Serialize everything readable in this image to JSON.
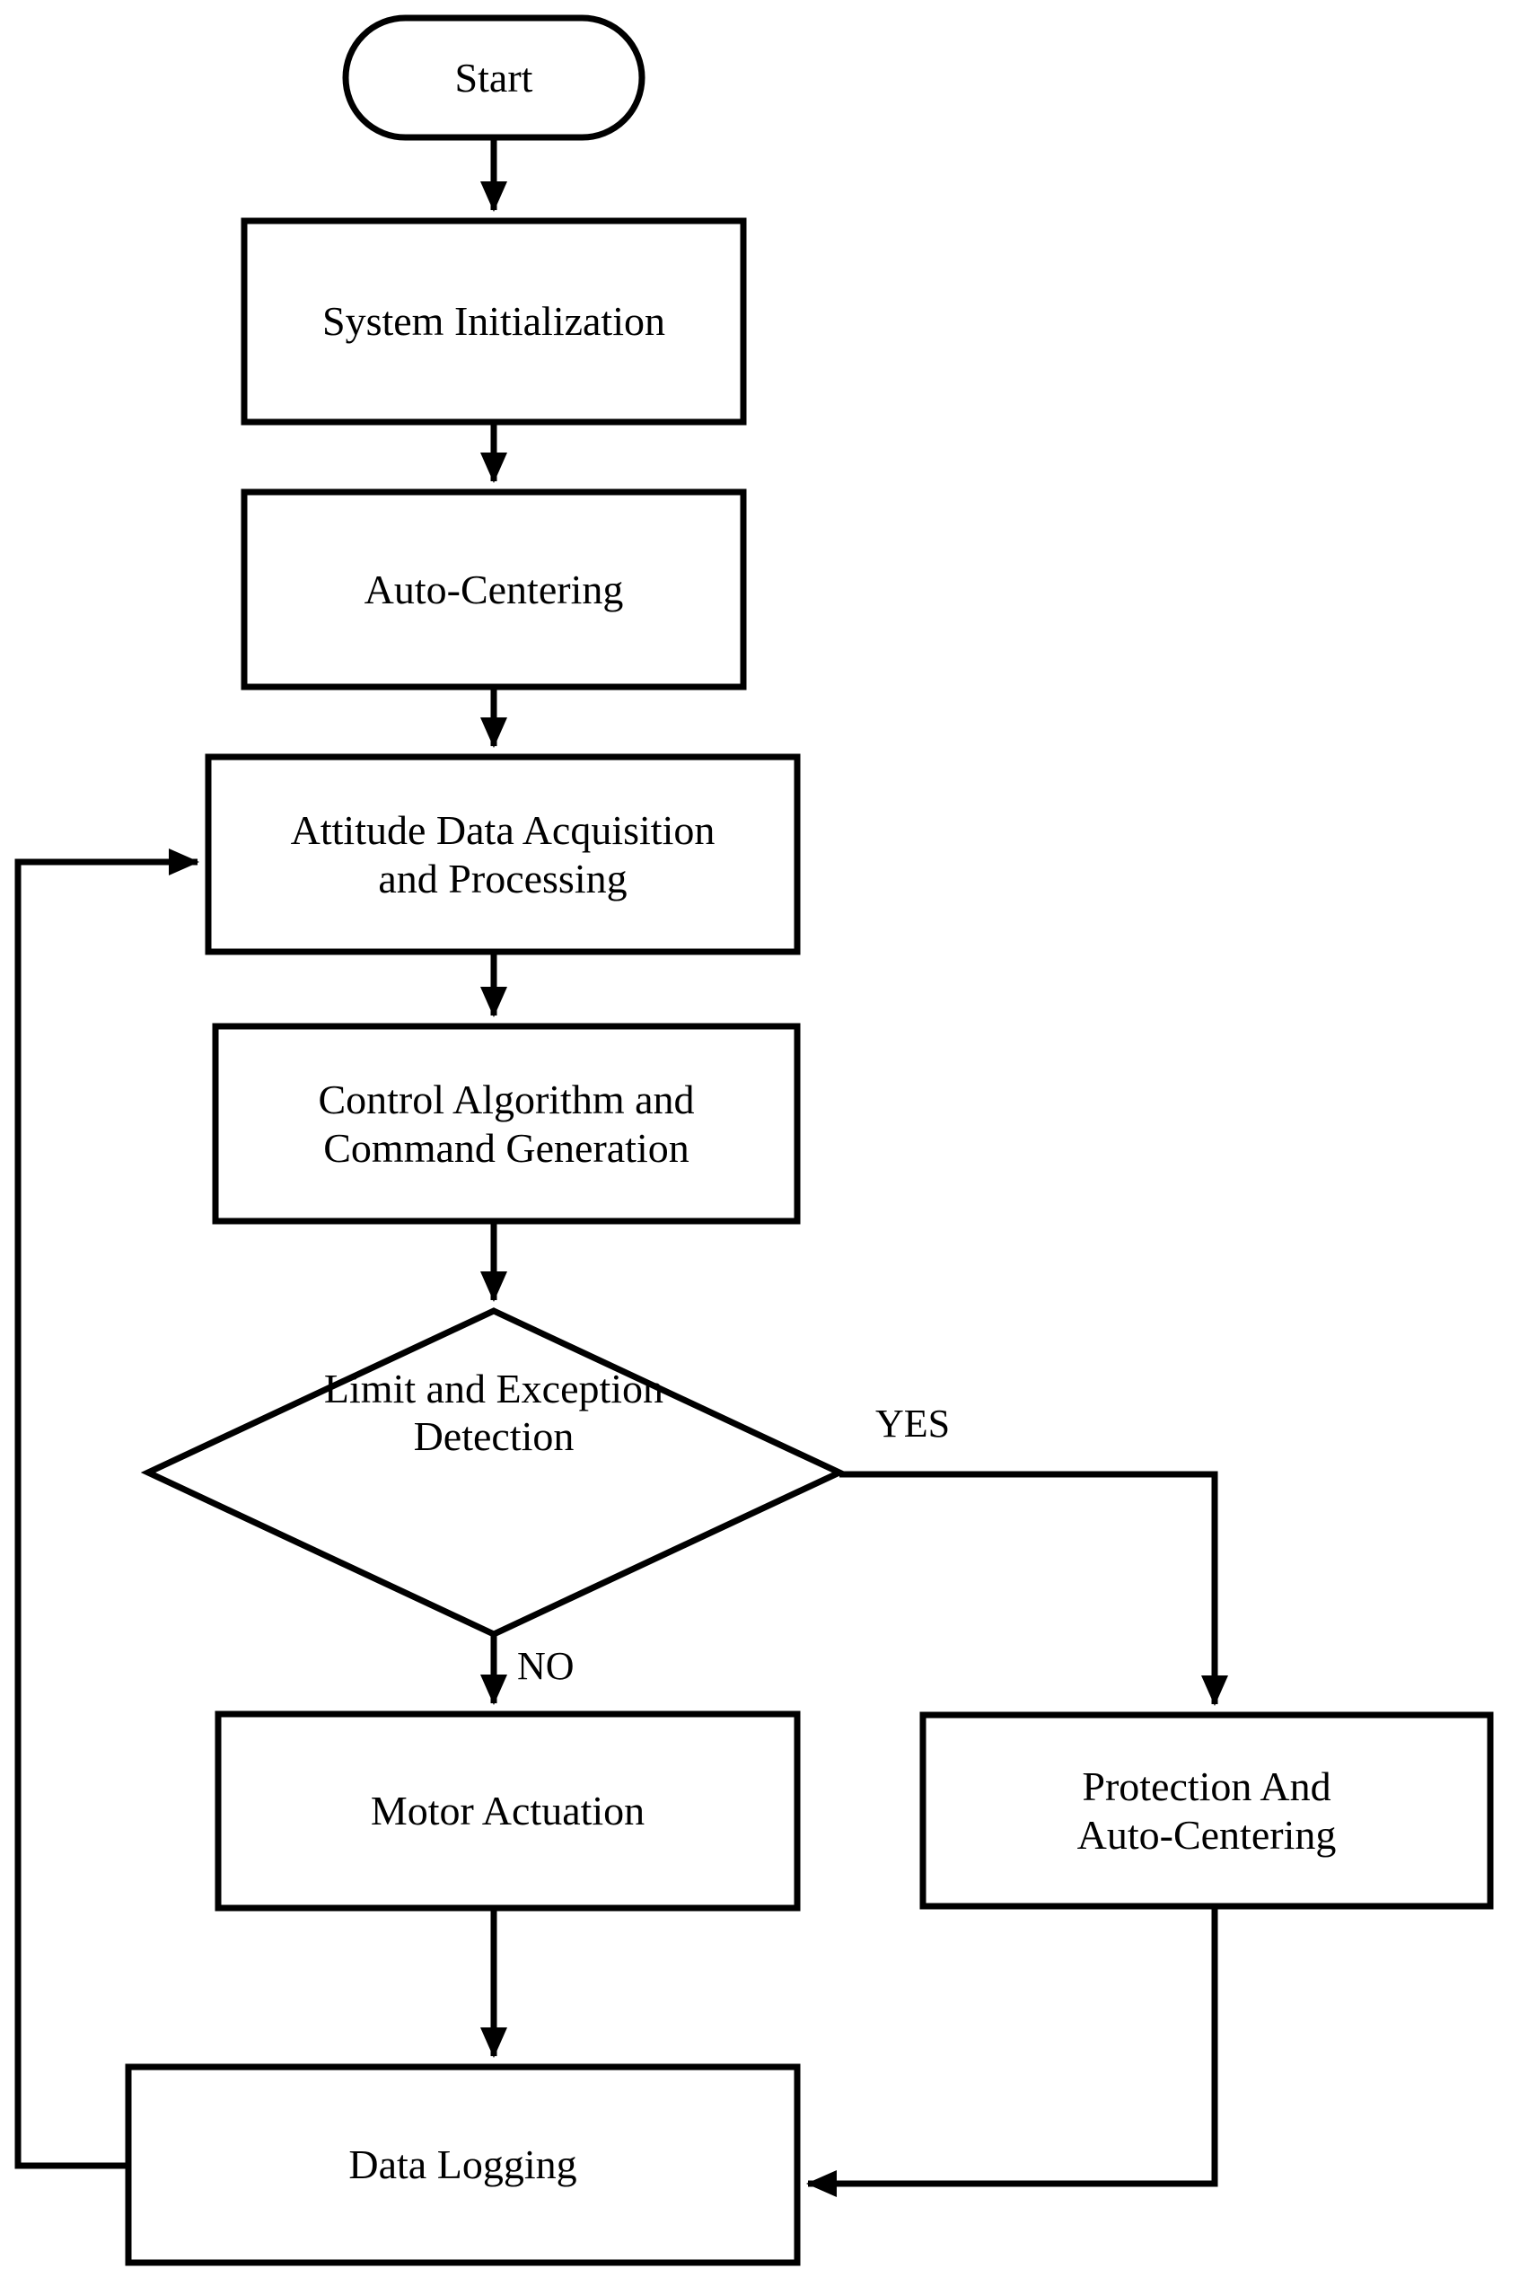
{
  "diagram": {
    "title": "Control System Flowchart",
    "background_color": "#ffffff",
    "stroke_color": "#000000",
    "nodes": {
      "start": {
        "label": "Start",
        "shape": "terminator"
      },
      "system_initialization": {
        "label": "System Initialization",
        "shape": "process"
      },
      "auto_centering": {
        "label": "Auto-Centering",
        "shape": "process"
      },
      "attitude_acquisition": {
        "label": "Attitude Data Acquisition\nand Processing",
        "shape": "process"
      },
      "control_algorithm": {
        "label": "Control Algorithm and\nCommand Generation",
        "shape": "process"
      },
      "limit_detection": {
        "label": "Limit and Exception\nDetection",
        "shape": "decision"
      },
      "motor_actuation": {
        "label": "Motor Actuation",
        "shape": "process"
      },
      "protection_auto_centering": {
        "label": "Protection And\nAuto-Centering",
        "shape": "process"
      },
      "data_logging": {
        "label": "Data Logging",
        "shape": "process"
      }
    },
    "edge_labels": {
      "yes": "YES",
      "no": "NO"
    }
  }
}
